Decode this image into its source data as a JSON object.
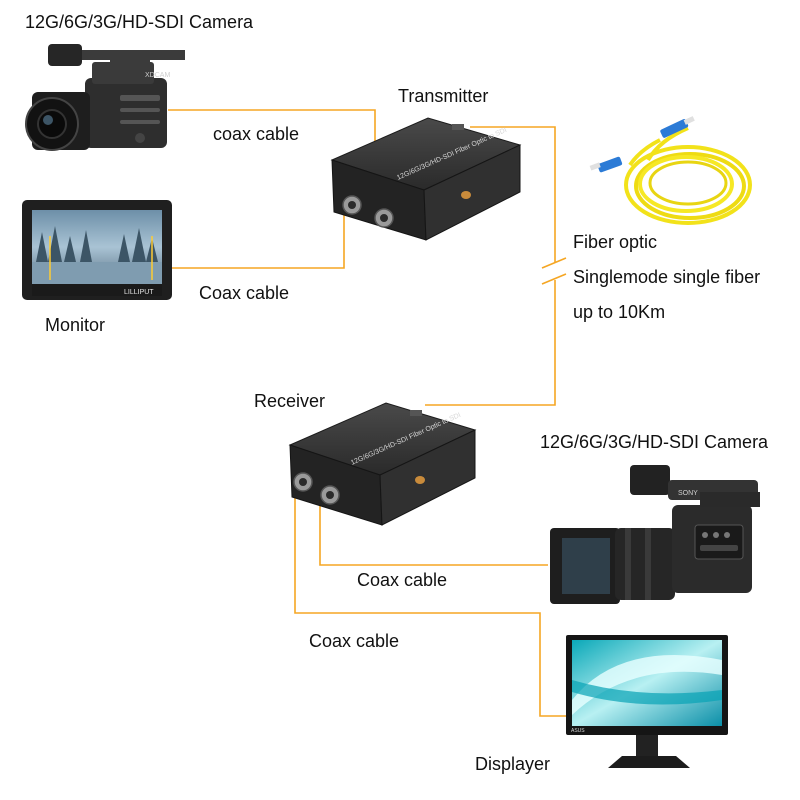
{
  "labels": {
    "camera_top": "12G/6G/3G/HD-SDI Camera",
    "transmitter": "Transmitter",
    "coax_cable_1": "coax cable",
    "coax_cable_2": "Coax cable",
    "monitor": "Monitor",
    "fiber_line1": "Fiber optic",
    "fiber_line2": "Singlemode single fiber",
    "fiber_line3": "up to 10Km",
    "receiver": "Receiver",
    "camera_bottom": "12G/6G/3G/HD-SDI Camera",
    "coax_cable_3": "Coax cable",
    "coax_cable_4": "Coax cable",
    "displayer": "Displayer"
  },
  "devices": {
    "transmitter_print": "12G/6G/3G/HD-SDI Fiber Optic to SDI",
    "receiver_print": "12G/6G/3G/HD-SDI Fiber Optic to SDI",
    "camera_top_brand": "XDCAM",
    "camera_bottom_brand": "SONY",
    "monitor_brand": "LILLIPUT",
    "displayer_brand": "ASUS"
  },
  "colors": {
    "cable": "#f5a623",
    "fiber": "#f2e21a",
    "device_body": "#2b2b2b"
  }
}
